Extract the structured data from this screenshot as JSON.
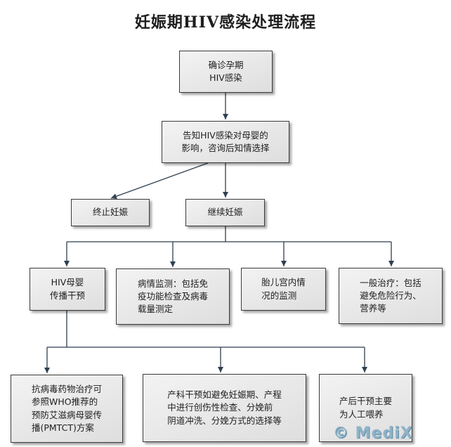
{
  "title": "妊娠期HIV感染处理流程",
  "nodes": {
    "diagnose": "确诊孕期\nHIV感染",
    "inform": "告知HIV感染对母婴的\n影响，咨询后知情选择",
    "terminate": "终止妊娠",
    "continue": "继续妊娠",
    "hiv_intervention": "HIV母婴\n传播干预",
    "monitor": "病情监测：包括免\n疫功能检查及病毒\n载量测定",
    "fetal": "胎儿宫内情\n况的监测",
    "general": "一般治疗：包括\n避免危险行为、\n营养等",
    "antiviral": "抗病毒药物治疗可\n参照WHO推荐的\n预防艾滋病母婴传\n播(PMTCT)方案",
    "obstetric": "产科干预如避免妊娠期、产程\n中进行创伤性检查、分娩前\n阴道冲洗、分娩方式的选择等",
    "postpartum": "产后干预主要\n为人工喂养"
  },
  "watermark": "© MediX"
}
